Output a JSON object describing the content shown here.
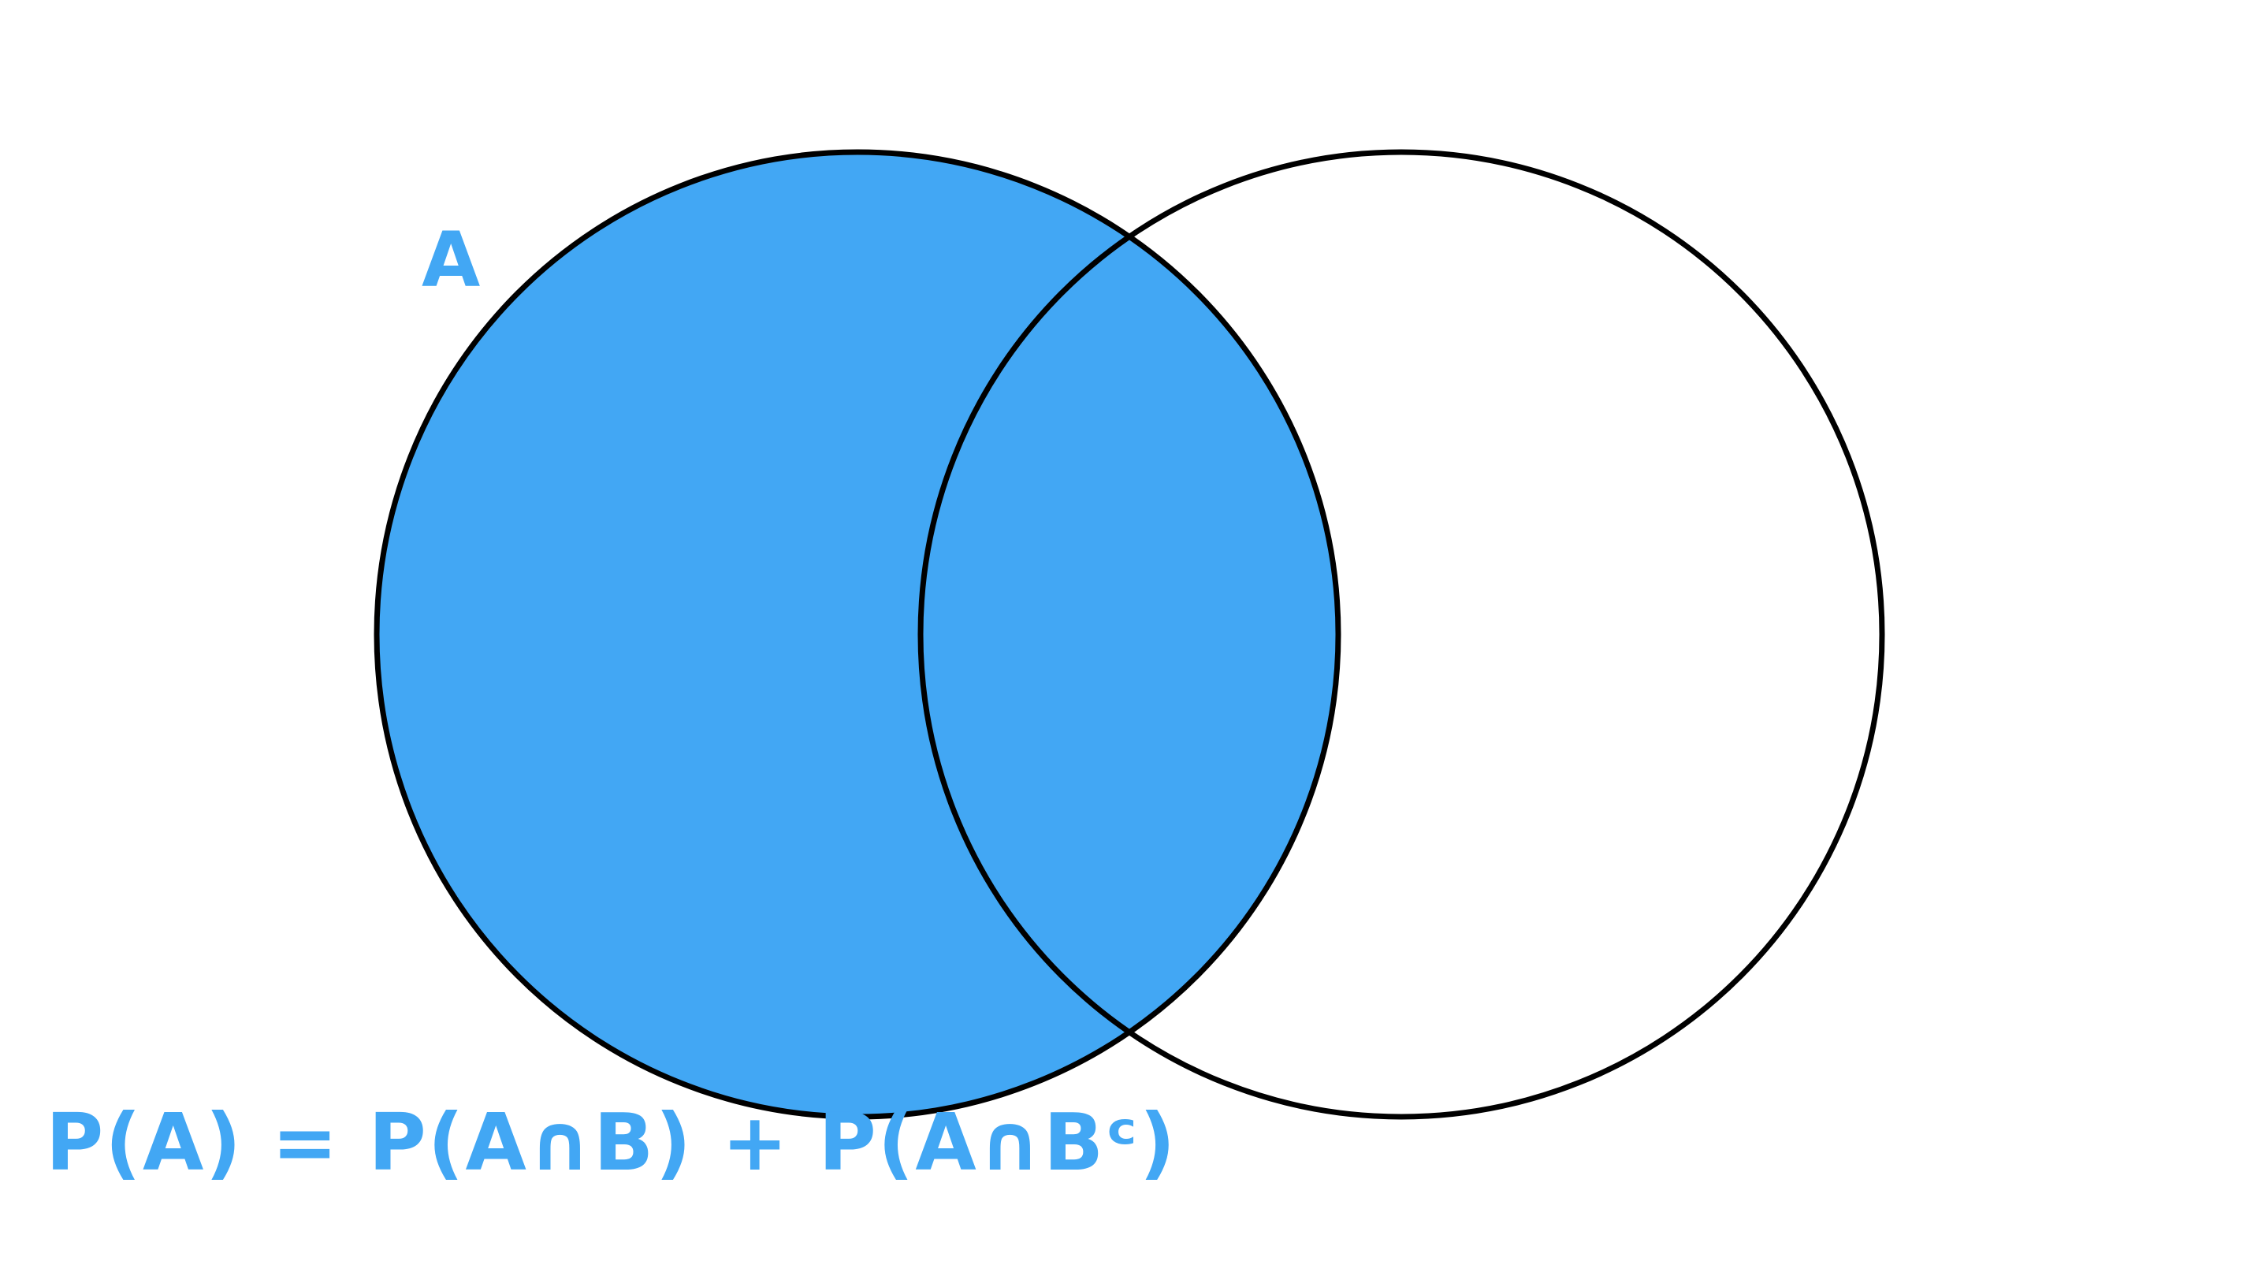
{
  "diagram": {
    "set_a_label": "A",
    "set_b_label": "",
    "formula": "P(A) = P(A∩B) + P(A∩Bᶜ)",
    "shaded_set": "A",
    "colors": {
      "fill": "#42a7f4",
      "stroke": "#000000",
      "text": "#42a7f4",
      "background": "#ffffff"
    }
  }
}
